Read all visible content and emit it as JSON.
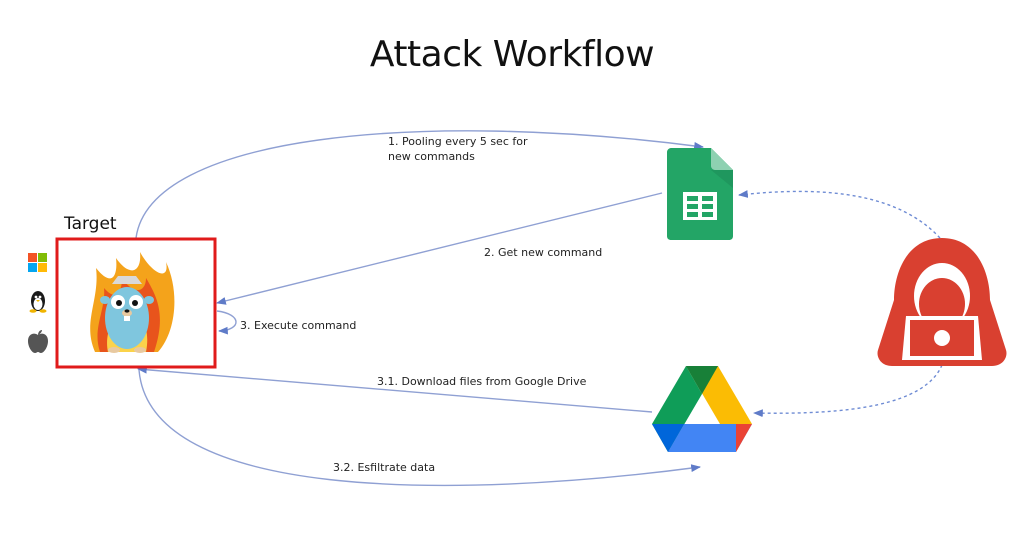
{
  "title": "Attack Workflow",
  "target_label": "Target",
  "steps": {
    "pooling_line1": "1. Pooling every 5 sec for",
    "pooling_line2": "new commands",
    "get_command": "2. Get new command",
    "execute_command": "3. Execute command",
    "download_files": "3.1.  Download files from Google Drive",
    "exfiltrate": "3.2.  Esfiltrate data"
  },
  "icons": {
    "target_mascot": "gopher-on-fire-icon",
    "windows": "windows-icon",
    "linux": "linux-tux-icon",
    "apple": "apple-icon",
    "sheets": "google-sheets-icon",
    "drive": "google-drive-icon",
    "attacker": "hooded-hacker-icon"
  },
  "colors": {
    "arrow": "#7f93c9",
    "target_border": "#e01b1b",
    "sheets_green": "#23a566",
    "hacker_red": "#d94030"
  }
}
